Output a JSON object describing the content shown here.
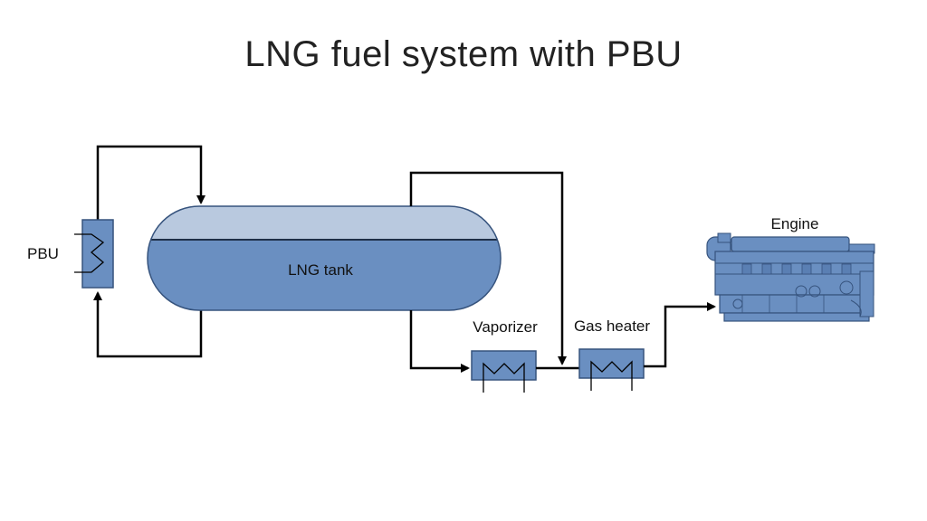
{
  "slide": {
    "title": "LNG fuel system with PBU"
  },
  "diagram": {
    "labels": {
      "pbu": "PBU",
      "tank": "LNG tank",
      "vaporizer": "Vaporizer",
      "gas_heater": "Gas heater",
      "engine": "Engine"
    },
    "colors": {
      "component_fill": "#6a8fc1",
      "component_stroke": "#36537d",
      "tank_vapor_fill": "#b9c9df",
      "line": "#000000"
    },
    "icons": [
      "heat-exchanger-icon",
      "engine-icon"
    ]
  }
}
